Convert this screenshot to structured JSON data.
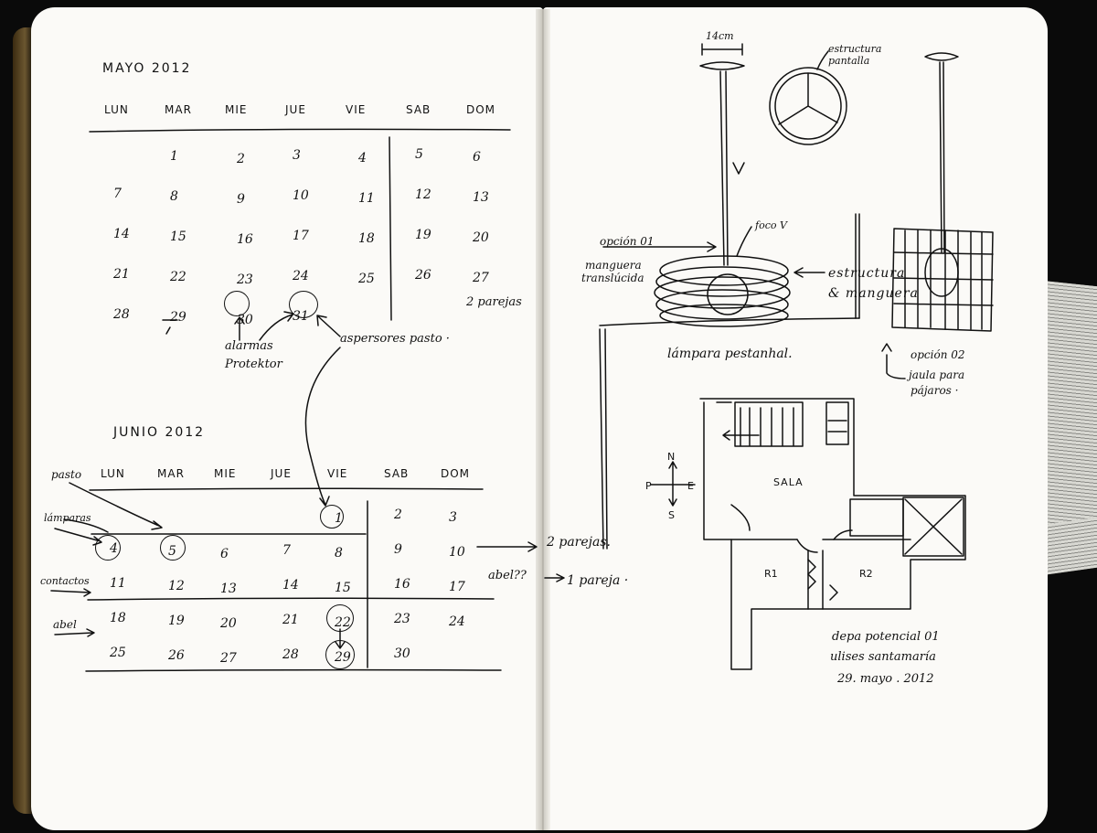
{
  "may": {
    "title": "MAYO 2012",
    "headers": [
      "LUN",
      "MAR",
      "MIE",
      "JUE",
      "VIE",
      "SAB",
      "DOM"
    ],
    "rows": [
      [
        "",
        "1",
        "2",
        "3",
        "4",
        "5",
        "6"
      ],
      [
        "7",
        "8",
        "9",
        "10",
        "11",
        "12",
        "13"
      ],
      [
        "14",
        "15",
        "16",
        "17",
        "18",
        "19",
        "20"
      ],
      [
        "21",
        "22",
        "23",
        "24",
        "25",
        "26",
        "27"
      ],
      [
        "28",
        "29",
        "30",
        "31",
        "",
        "",
        ""
      ]
    ],
    "note_row4": "2 parejas",
    "annot_alarmas": "alarmas",
    "annot_protektor": "Protektor",
    "annot_aspersores": "aspersores pasto ·"
  },
  "june": {
    "title": "JUNIO 2012",
    "headers": [
      "LUN",
      "MAR",
      "MIE",
      "JUE",
      "VIE",
      "SAB",
      "DOM"
    ],
    "rows": [
      [
        "",
        "",
        "",
        "",
        "1",
        "2",
        "3"
      ],
      [
        "4",
        "5",
        "6",
        "7",
        "8",
        "9",
        "10"
      ],
      [
        "11",
        "12",
        "13",
        "14",
        "15",
        "16",
        "17"
      ],
      [
        "18",
        "19",
        "20",
        "21",
        "22",
        "23",
        "24"
      ],
      [
        "25",
        "26",
        "27",
        "28",
        "29",
        "30",
        ""
      ]
    ],
    "side_pasto": "pasto",
    "side_lamparas": "lámparas",
    "side_contactos": "contactos",
    "side_abel": "abel",
    "note_week2": "2 parejas.",
    "note_abel": "abel??",
    "note_week3": "1 pareja ·"
  },
  "sketch": {
    "dim_14cm": "14cm",
    "estructura_pantalla": "estructura pantalla",
    "foco": "foco V",
    "opcion01": "opción 01",
    "manguera": "manguera",
    "translucida": "translúcida",
    "estructura_manguera_1": "estructura",
    "estructura_manguera_2": "& manguera",
    "lampara": "lámpara pestanhal.",
    "opcion02": "opción 02",
    "jaula1": "jaula para",
    "jaula2": "pájaros ·",
    "compass_n": "N",
    "compass_s": "S",
    "compass_e": "E",
    "compass_p": "P",
    "sala": "SALA",
    "r1": "R1",
    "r2": "R2",
    "depa1": "depa potencial 01",
    "depa2": "ulises santamaría",
    "depa3": "29. mayo . 2012"
  },
  "colors": {
    "paper": "#fbfaf7",
    "ink": "#111111",
    "cover": "#0a0a0a"
  }
}
